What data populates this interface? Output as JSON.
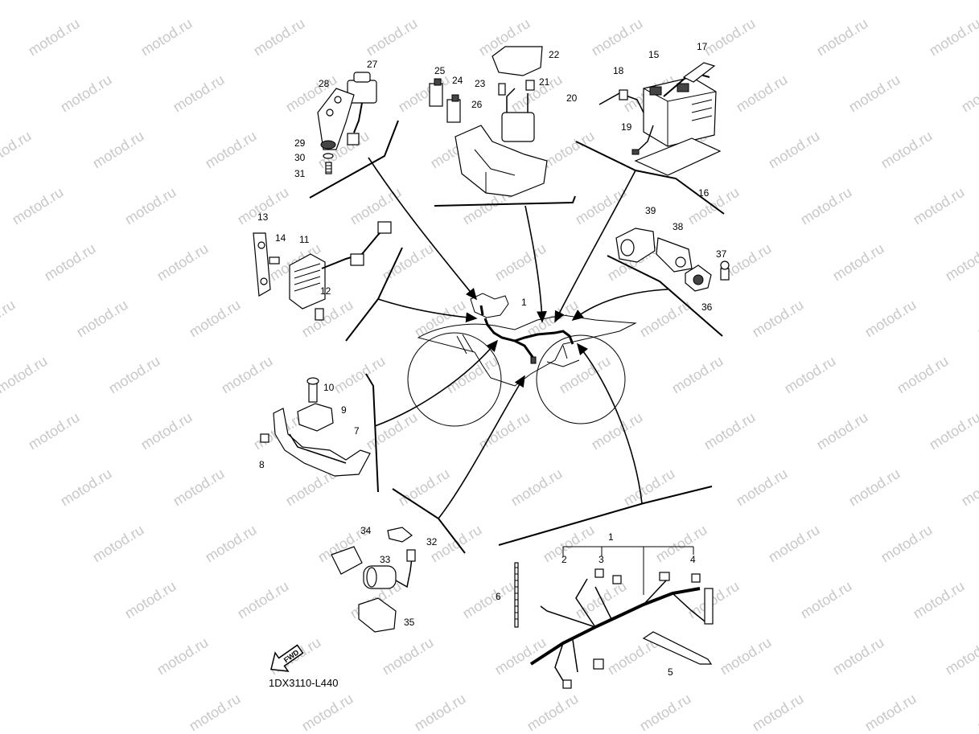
{
  "watermark": "motod.ru",
  "diagram_code": "1DX3110-L440",
  "fwd_label": "FWD",
  "callouts": {
    "c1": "1",
    "c1b": "1",
    "c2": "2",
    "c3": "3",
    "c4": "4",
    "c5": "5",
    "c6": "6",
    "c7": "7",
    "c8": "8",
    "c9": "9",
    "c10": "10",
    "c11": "11",
    "c12": "12",
    "c13": "13",
    "c14": "14",
    "c15": "15",
    "c16": "16",
    "c17": "17",
    "c18": "18",
    "c19": "19",
    "c20": "20",
    "c21": "21",
    "c22": "22",
    "c23": "23",
    "c24": "24",
    "c25": "25",
    "c26": "26",
    "c27": "27",
    "c28": "28",
    "c29": "29",
    "c30": "30",
    "c31": "31",
    "c32": "32",
    "c33": "33",
    "c34": "34",
    "c35": "35",
    "c36": "36",
    "c37": "37",
    "c38": "38",
    "c39": "39"
  }
}
